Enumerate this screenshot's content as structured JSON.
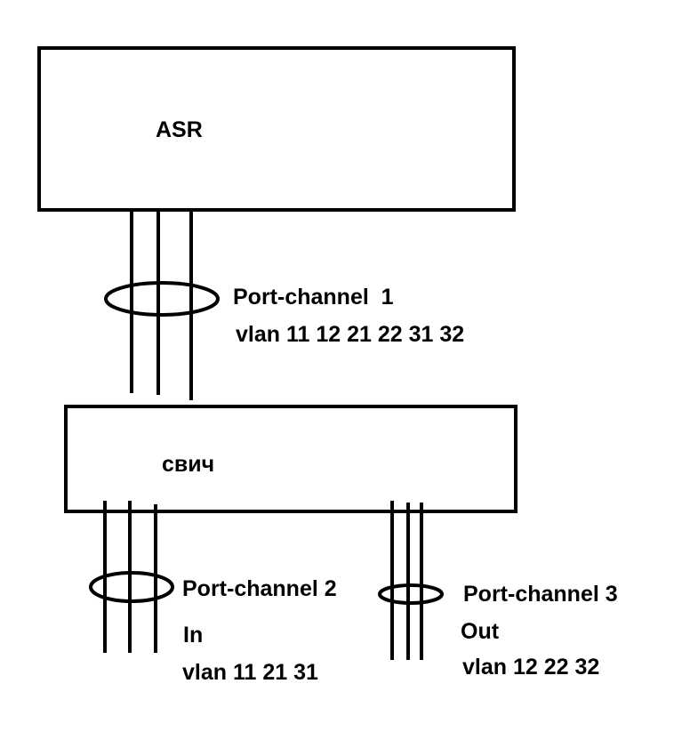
{
  "devices": {
    "router": {
      "label": "ASR"
    },
    "switch": {
      "label": "свич"
    }
  },
  "links": {
    "pc1": {
      "name": "Port-channel  1",
      "vlans": "vlan 11 12 21 22 31 32"
    },
    "pc2": {
      "name": "Port-channel 2",
      "role": "In",
      "vlans": "vlan 11 21 31"
    },
    "pc3": {
      "name": "Port-channel 3",
      "role": "Out",
      "vlans": "vlan 12 22 32"
    }
  }
}
